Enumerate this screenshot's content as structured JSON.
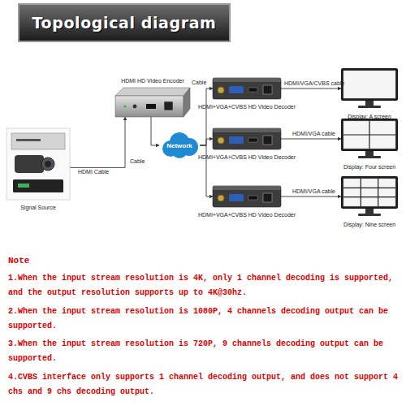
{
  "diagram": {
    "title": "Topological diagram",
    "nodes": [
      {
        "text": [
          "HDMI HD Video Encoder"
        ]
      },
      {
        "text": [
          "HDMI+VGA+CVBS HD Video Decoder"
        ]
      },
      {
        "text": [
          "Display: A screen"
        ]
      },
      {
        "text": [
          "Signal Source"
        ]
      },
      {
        "text": [
          "Network"
        ]
      },
      {
        "text": [
          "HDMI+VGA+CVBS HD Video Decoder"
        ]
      },
      {
        "text": [
          "Display: Four screen"
        ]
      },
      {
        "text": [
          "HDMI+VGA+CVBS HD Video Decoder"
        ]
      },
      {
        "text": [
          "Display: Nine screen"
        ]
      }
    ],
    "edges": [
      {
        "from": 3,
        "to": 0,
        "label": "HDMI Cable",
        "arrow": "to"
      },
      {
        "from": 0,
        "to": 4,
        "label": "Cable",
        "arrow": "to"
      },
      {
        "from": 4,
        "to": 1,
        "label": "Cable",
        "arrow": "to"
      },
      {
        "from": 4,
        "to": 5,
        "arrow": "to"
      },
      {
        "from": 4,
        "to": 7,
        "arrow": "to"
      },
      {
        "from": 1,
        "to": 2,
        "label": "HDMI/VGA/CVBS cable",
        "arrow": "to"
      },
      {
        "from": 5,
        "to": 6,
        "label": "HDMI/VGA cable",
        "arrow": "to"
      },
      {
        "from": 7,
        "to": 8,
        "label": "HDMI/VGA cable",
        "arrow": "to"
      }
    ],
    "labels": [
      "Note",
      "1.When the input stream resolution is 4K, only 1 channel decoding is supported, and the output resolution supports up to 4K@30hz.",
      "2.When the input stream resolution is 1080P, 4 channels decoding output can be supported.",
      "3.When the input stream resolution is 720P, 9 channels decoding output can be supported.",
      "4.CVBS interface only supports 1 channel decoding output, and does not support 4 chs and 9 chs decoding output."
    ]
  }
}
